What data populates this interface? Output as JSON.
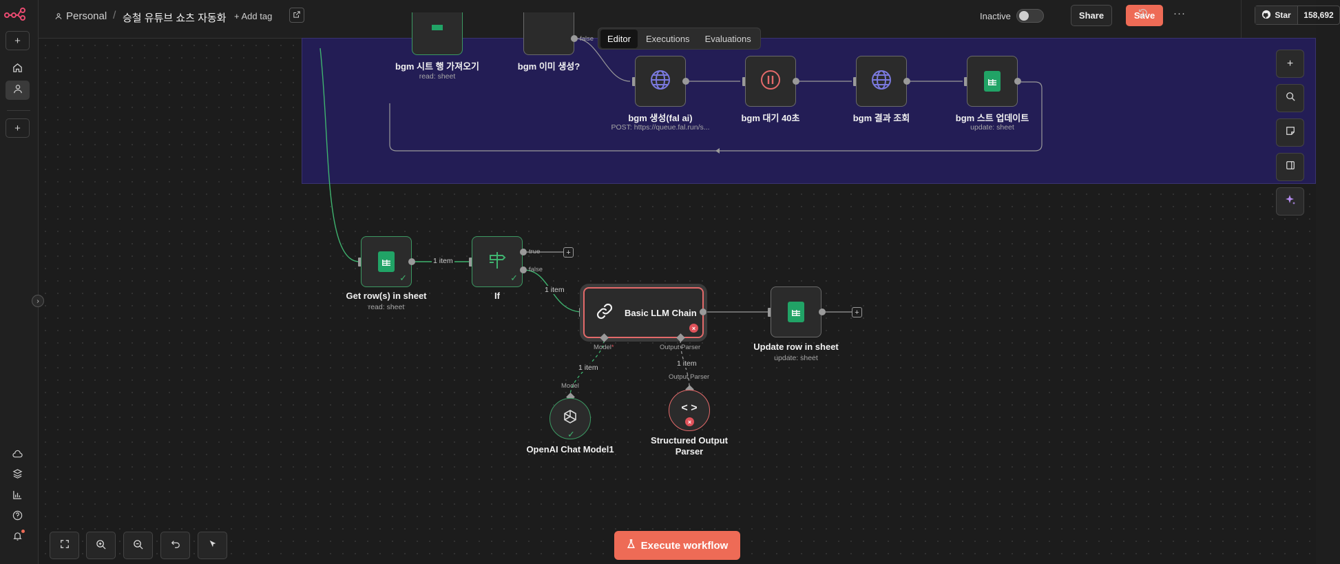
{
  "header": {
    "project": "Personal",
    "workflow_title": "승철 유튜브 쇼츠 자동화",
    "add_tag": "+ Add tag",
    "status_label": "Inactive",
    "share_label": "Share",
    "save_label": "Save",
    "github_star": "Star",
    "github_count": "158,692"
  },
  "tabs": [
    {
      "label": "Editor",
      "active": true
    },
    {
      "label": "Executions",
      "active": false
    },
    {
      "label": "Evaluations",
      "active": false
    }
  ],
  "nodes": {
    "bgm_sheet_read": {
      "label": "bgm 시트 행 가져오기",
      "sub": "read: sheet"
    },
    "bgm_image_if": {
      "label": "bgm 이미 생성?",
      "edge": "false"
    },
    "bgm_generate": {
      "label": "bgm 생성(fal ai)",
      "sub": "POST: https://queue.fal.run/s..."
    },
    "bgm_wait": {
      "label": "bgm 대기 40초"
    },
    "bgm_result": {
      "label": "bgm 결과 조회"
    },
    "bgm_sheet_update": {
      "label": "bgm 스트 업데이트",
      "sub": "update: sheet"
    },
    "get_rows": {
      "label": "Get row(s) in sheet",
      "sub": "read: sheet"
    },
    "if_node": {
      "label": "If",
      "true_label": "true",
      "false_label": "false"
    },
    "llm_chain": {
      "label": "Basic LLM Chain",
      "model_label": "Model",
      "parser_label": "Output Parser"
    },
    "update_row": {
      "label": "Update row in sheet",
      "sub": "update: sheet"
    },
    "openai_model": {
      "label": "OpenAI Chat Model1",
      "top_label": "Model"
    },
    "structured_parser": {
      "label_line1": "Structured Output",
      "label_line2": "Parser",
      "top_label": "Output Parser"
    }
  },
  "edge_labels": {
    "get_to_if": "1 item",
    "if_false_to_llm": "1 item",
    "model_link": "1 item",
    "parser_link": "1 item"
  },
  "execute_label": "Execute workflow",
  "colors": {
    "accent": "#ee6b56",
    "sticky": "#231d55",
    "success": "#3fb36f",
    "error": "#e0525a",
    "sheets": "#21a366",
    "http": "#7b7ae0"
  },
  "icons": [
    "n8n-logo-icon",
    "plus-icon",
    "home-icon",
    "user-icon",
    "cloud-icon",
    "templates-icon",
    "chart-icon",
    "help-icon",
    "bell-icon",
    "history-icon",
    "more-icon",
    "github-icon",
    "zoom-fit-icon",
    "zoom-in-icon",
    "zoom-out-icon",
    "undo-icon",
    "cursor-icon",
    "search-icon",
    "sticky-note-icon",
    "panel-icon",
    "ai-sparkle-icon"
  ]
}
